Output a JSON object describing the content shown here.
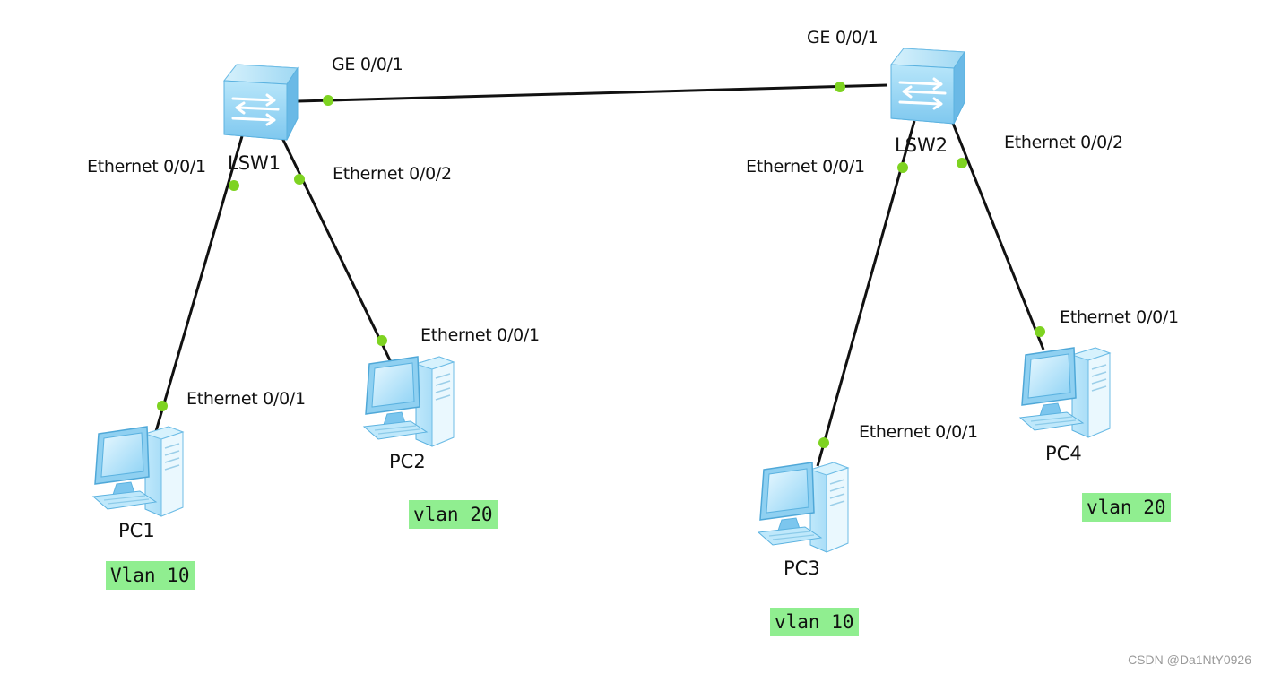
{
  "colors": {
    "link": "#111111",
    "port_dot": "#7ed321",
    "vlan_tag_bg": "#90ee90",
    "device_body": "#a9dcf5",
    "device_edge": "#5bb2e0"
  },
  "devices": {
    "lsw1": {
      "name": "LSW1",
      "icon": "switch-icon"
    },
    "lsw2": {
      "name": "LSW2",
      "icon": "switch-icon"
    },
    "pc1": {
      "name": "PC1",
      "icon": "pc-icon"
    },
    "pc2": {
      "name": "PC2",
      "icon": "pc-icon"
    },
    "pc3": {
      "name": "PC3",
      "icon": "pc-icon"
    },
    "pc4": {
      "name": "PC4",
      "icon": "pc-icon"
    }
  },
  "links": [
    {
      "from": "lsw1",
      "to": "lsw2",
      "from_port": "GE 0/0/1",
      "to_port": "GE 0/0/1"
    },
    {
      "from": "lsw1",
      "to": "pc1",
      "from_port": "Ethernet 0/0/1",
      "to_port": "Ethernet 0/0/1"
    },
    {
      "from": "lsw1",
      "to": "pc2",
      "from_port": "Ethernet 0/0/2",
      "to_port": "Ethernet 0/0/1"
    },
    {
      "from": "lsw2",
      "to": "pc3",
      "from_port": "Ethernet 0/0/1",
      "to_port": "Ethernet 0/0/1"
    },
    {
      "from": "lsw2",
      "to": "pc4",
      "from_port": "Ethernet 0/0/2",
      "to_port": "Ethernet 0/0/1"
    }
  ],
  "vlan_tags": {
    "pc1": "Vlan 10",
    "pc2": "vlan 20",
    "pc3": "vlan 10",
    "pc4": "vlan 20"
  },
  "watermark": "CSDN @Da1NtY0926"
}
